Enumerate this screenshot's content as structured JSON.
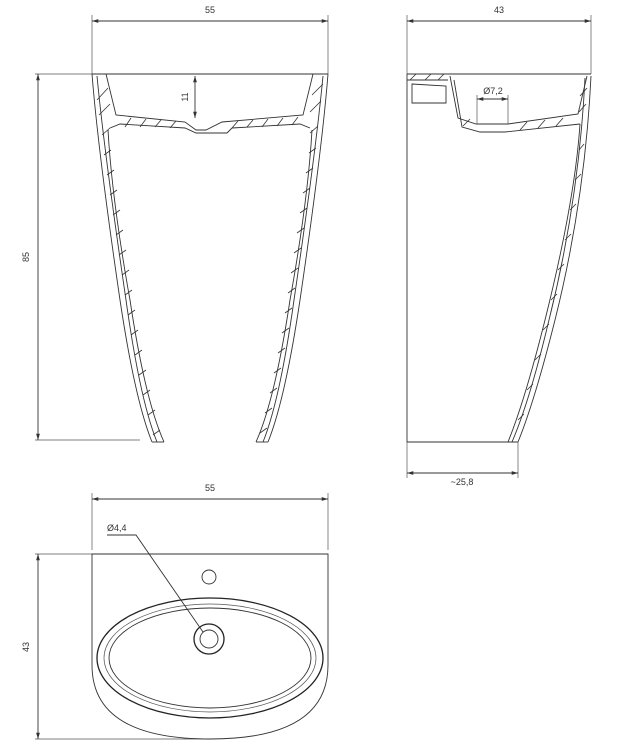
{
  "drawing": {
    "front_view": {
      "width_label": "55",
      "height_label": "85",
      "depth_label": "11"
    },
    "side_view": {
      "depth_label": "43",
      "drain_label": "Ø7,2",
      "base_label": "~25,8"
    },
    "top_view": {
      "width_label": "55",
      "depth_label": "43",
      "tap_hole_label": "Ø4,4"
    }
  }
}
